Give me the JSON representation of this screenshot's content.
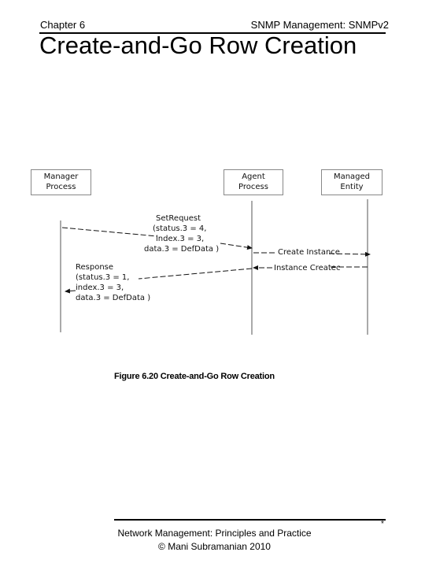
{
  "header": {
    "chapter": "Chapter 6",
    "topic": "SNMP Management: SNMPv2"
  },
  "title": "Create-and-Go Row Creation",
  "diagram": {
    "entities": [
      {
        "line1": "Manager",
        "line2": "Process"
      },
      {
        "line1": "Agent",
        "line2": "Process"
      },
      {
        "line1": "Managed",
        "line2": "Entity"
      }
    ],
    "set_request": [
      "SetRequest",
      "(status.3 = 4,",
      "index.3 = 3,",
      "data.3 = DefData )"
    ],
    "create_instance": "Create Instance",
    "instance_created": "Instance Createc",
    "response": [
      "Response",
      "(status.3 = 1,",
      "index.3 = 3,",
      "data.3 = DefData )"
    ]
  },
  "caption": "Figure 6.20  Create-and-Go Row Creation",
  "footer": {
    "line1": "Network Management: Principles and Practice",
    "line2": "© Mani Subramanian 2010",
    "mark": "*"
  }
}
